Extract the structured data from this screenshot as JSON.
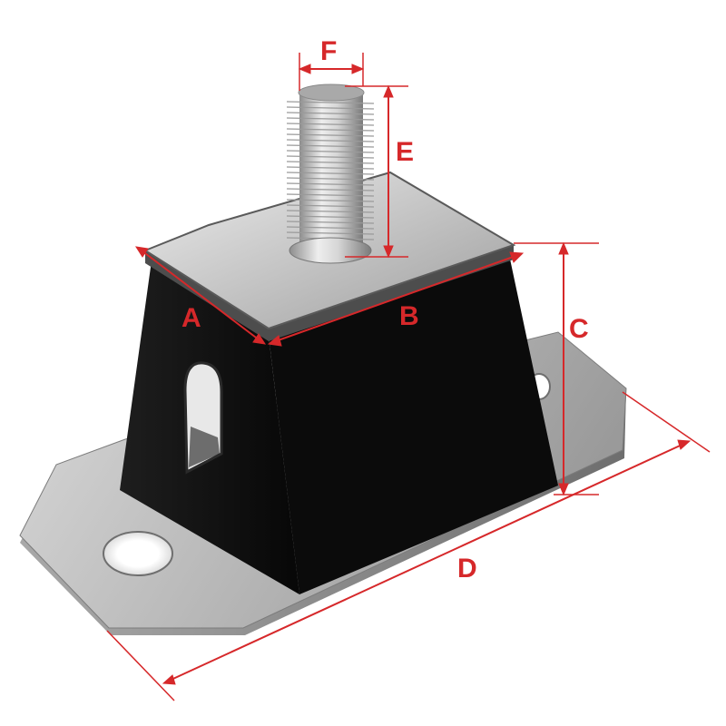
{
  "diagram": {
    "labels": {
      "A": "A",
      "B": "B",
      "C": "C",
      "D": "D",
      "E": "E",
      "F": "F"
    },
    "colors": {
      "dimension": "#d6282a",
      "rubber": "#0d0d0d",
      "steel": "#c9c9c9",
      "steel_dark": "#8a8a8a",
      "bolt": "#cfcfcf"
    }
  }
}
